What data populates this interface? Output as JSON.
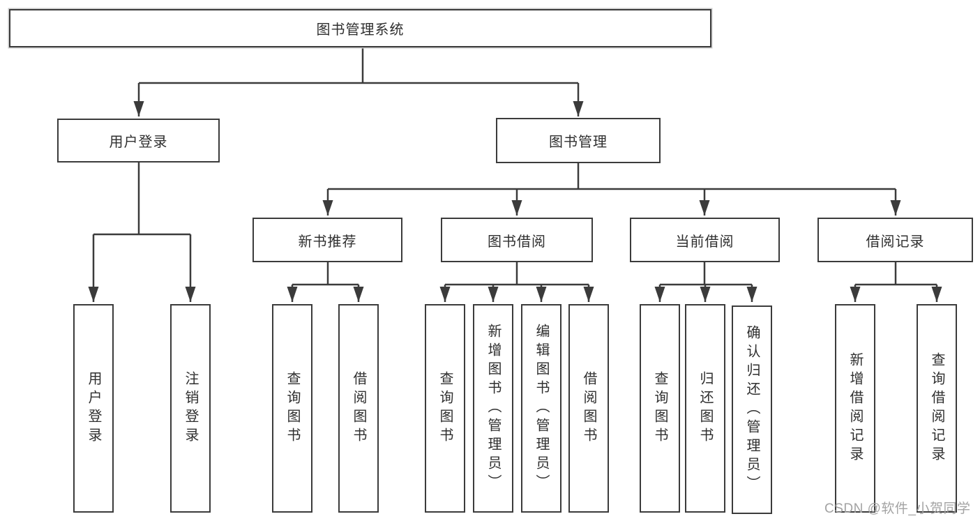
{
  "watermark": "CSDN @软件_小贺同学",
  "colors": {
    "line": "#3b3b3b",
    "box_border": "#3b3b3b",
    "text": "#2f2f2f",
    "watermark": "#a3a3a3",
    "background": "#ffffff"
  },
  "tree": {
    "label": "图书管理系统",
    "children": [
      {
        "label": "用户登录",
        "children": [
          {
            "label": "用户登录"
          },
          {
            "label": "注销登录"
          }
        ]
      },
      {
        "label": "图书管理",
        "children": [
          {
            "label": "新书推荐",
            "children": [
              {
                "label": "查询图书"
              },
              {
                "label": "借阅图书"
              }
            ]
          },
          {
            "label": "图书借阅",
            "children": [
              {
                "label": "查询图书"
              },
              {
                "label": "新增图书（管理员）"
              },
              {
                "label": "编辑图书（管理员）"
              },
              {
                "label": "借阅图书"
              }
            ]
          },
          {
            "label": "当前借阅",
            "children": [
              {
                "label": "查询图书"
              },
              {
                "label": "归还图书"
              },
              {
                "label": "确认归还（管理员）"
              }
            ]
          },
          {
            "label": "借阅记录",
            "children": [
              {
                "label": "新增借阅记录"
              },
              {
                "label": "查询借阅记录"
              }
            ]
          }
        ]
      }
    ]
  }
}
